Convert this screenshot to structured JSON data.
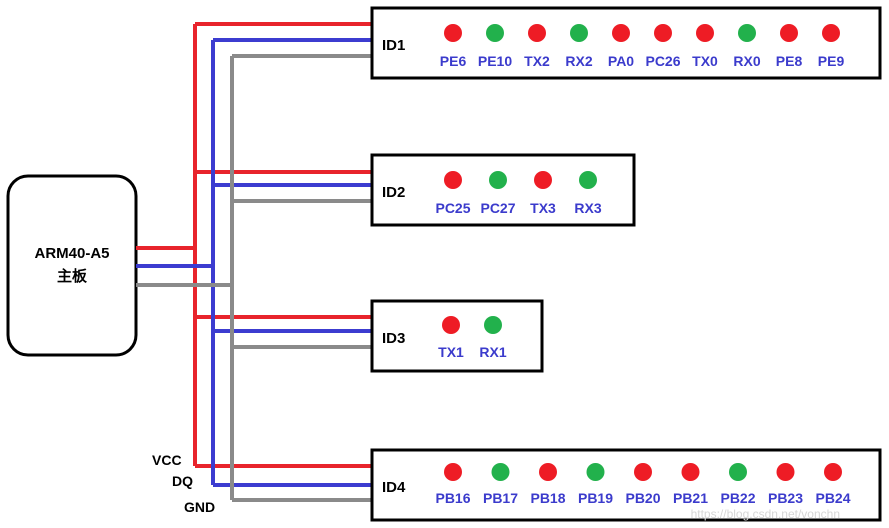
{
  "colors": {
    "vcc": "#e8242c",
    "dq": "#3c3cd0",
    "gnd": "#8a8a8a",
    "led_red": "#ee1c25",
    "led_green": "#22b14c",
    "pin_text": "#3b3bcc"
  },
  "main_board": {
    "line1": "ARM40-A5",
    "line2": "主板"
  },
  "bus_labels": {
    "vcc": "VCC",
    "dq": "DQ",
    "gnd": "GND"
  },
  "modules": [
    {
      "id": "ID1",
      "pins": [
        {
          "name": "PE6",
          "led": "red"
        },
        {
          "name": "PE10",
          "led": "green"
        },
        {
          "name": "TX2",
          "led": "red"
        },
        {
          "name": "RX2",
          "led": "green"
        },
        {
          "name": "PA0",
          "led": "red"
        },
        {
          "name": "PC26",
          "led": "red"
        },
        {
          "name": "TX0",
          "led": "red"
        },
        {
          "name": "RX0",
          "led": "green"
        },
        {
          "name": "PE8",
          "led": "red"
        },
        {
          "name": "PE9",
          "led": "red"
        }
      ]
    },
    {
      "id": "ID2",
      "pins": [
        {
          "name": "PC25",
          "led": "red"
        },
        {
          "name": "PC27",
          "led": "green"
        },
        {
          "name": "TX3",
          "led": "red"
        },
        {
          "name": "RX3",
          "led": "green"
        }
      ]
    },
    {
      "id": "ID3",
      "pins": [
        {
          "name": "TX1",
          "led": "red"
        },
        {
          "name": "RX1",
          "led": "green"
        }
      ]
    },
    {
      "id": "ID4",
      "pins": [
        {
          "name": "PB16",
          "led": "red"
        },
        {
          "name": "PB17",
          "led": "green"
        },
        {
          "name": "PB18",
          "led": "red"
        },
        {
          "name": "PB19",
          "led": "green"
        },
        {
          "name": "PB20",
          "led": "red"
        },
        {
          "name": "PB21",
          "led": "red"
        },
        {
          "name": "PB22",
          "led": "green"
        },
        {
          "name": "PB23",
          "led": "red"
        },
        {
          "name": "PB24",
          "led": "red"
        }
      ]
    }
  ],
  "watermark": "https://blog.csdn.net/vonchn"
}
